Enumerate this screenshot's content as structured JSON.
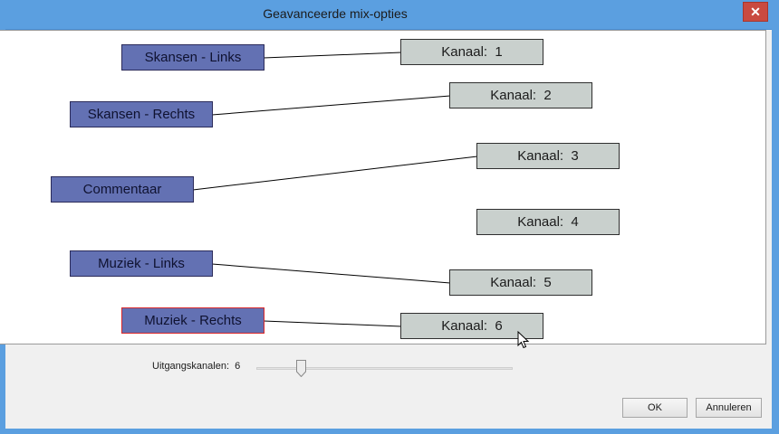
{
  "window": {
    "title": "Geavanceerde mix-opties",
    "close_symbol": "✕"
  },
  "sources": [
    {
      "label": "Skansen - Links"
    },
    {
      "label": "Skansen - Rechts"
    },
    {
      "label": "Commentaar"
    },
    {
      "label": "Muziek - Links"
    },
    {
      "label": "Muziek - Rechts",
      "selected": true
    }
  ],
  "channels": [
    {
      "label": "Kanaal:  1"
    },
    {
      "label": "Kanaal:  2"
    },
    {
      "label": "Kanaal:  3"
    },
    {
      "label": "Kanaal:  4"
    },
    {
      "label": "Kanaal:  5"
    },
    {
      "label": "Kanaal:  6"
    }
  ],
  "mapping": [
    {
      "source": "Skansen - Links",
      "channel": 1
    },
    {
      "source": "Skansen - Rechts",
      "channel": 2
    },
    {
      "source": "Commentaar",
      "channel": 3
    },
    {
      "source": "Muziek - Links",
      "channel": 5
    },
    {
      "source": "Muziek - Rechts",
      "channel": 6
    }
  ],
  "output": {
    "label": "Uitgangskanalen:",
    "value": "6"
  },
  "buttons": {
    "ok": "OK",
    "cancel": "Annuleren"
  },
  "colors": {
    "titlebar": "#5b9fe0",
    "source_box": "#6371b3",
    "channel_box": "#c9d0cd",
    "selected_border": "#d7262a"
  }
}
